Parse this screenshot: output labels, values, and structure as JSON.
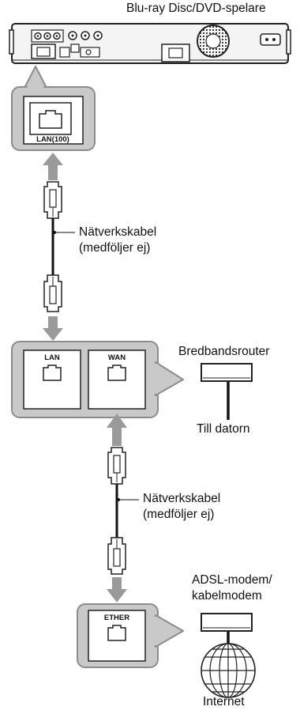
{
  "device": {
    "title": "Blu-ray Disc/DVD-spelare",
    "port_label": "LAN(100)"
  },
  "cable_1": {
    "line1": "Nätverkskabel",
    "line2": "(medföljer ej)"
  },
  "router": {
    "label": "Bredbandsrouter",
    "port_lan": "LAN",
    "port_wan": "WAN",
    "to_pc": "Till datorn"
  },
  "cable_2": {
    "line1": "Nätverkskabel",
    "line2": "(medföljer ej)"
  },
  "modem": {
    "line1": "ADSL-modem/",
    "line2": "kabelmodem",
    "port_ether": "ETHER"
  },
  "internet": {
    "label": "Internet"
  },
  "colors": {
    "callout_fill": "#c9c9c9",
    "callout_stroke": "#8c8c8c",
    "arrow": "#9a9a9a",
    "line": "#111111"
  }
}
